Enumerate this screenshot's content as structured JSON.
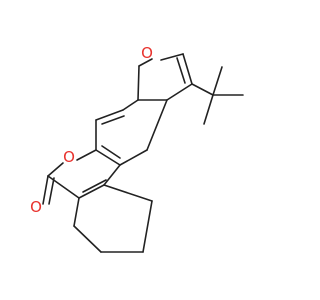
{
  "molecule": {
    "atoms": [
      {
        "id": "O_furan",
        "symbol": "O",
        "color": "#e8322d"
      },
      {
        "id": "O_pyranone",
        "symbol": "O",
        "color": "#e8322d"
      },
      {
        "id": "O_carbonyl",
        "symbol": "O",
        "color": "#e8322d"
      }
    ],
    "bond_color": "#222222"
  }
}
